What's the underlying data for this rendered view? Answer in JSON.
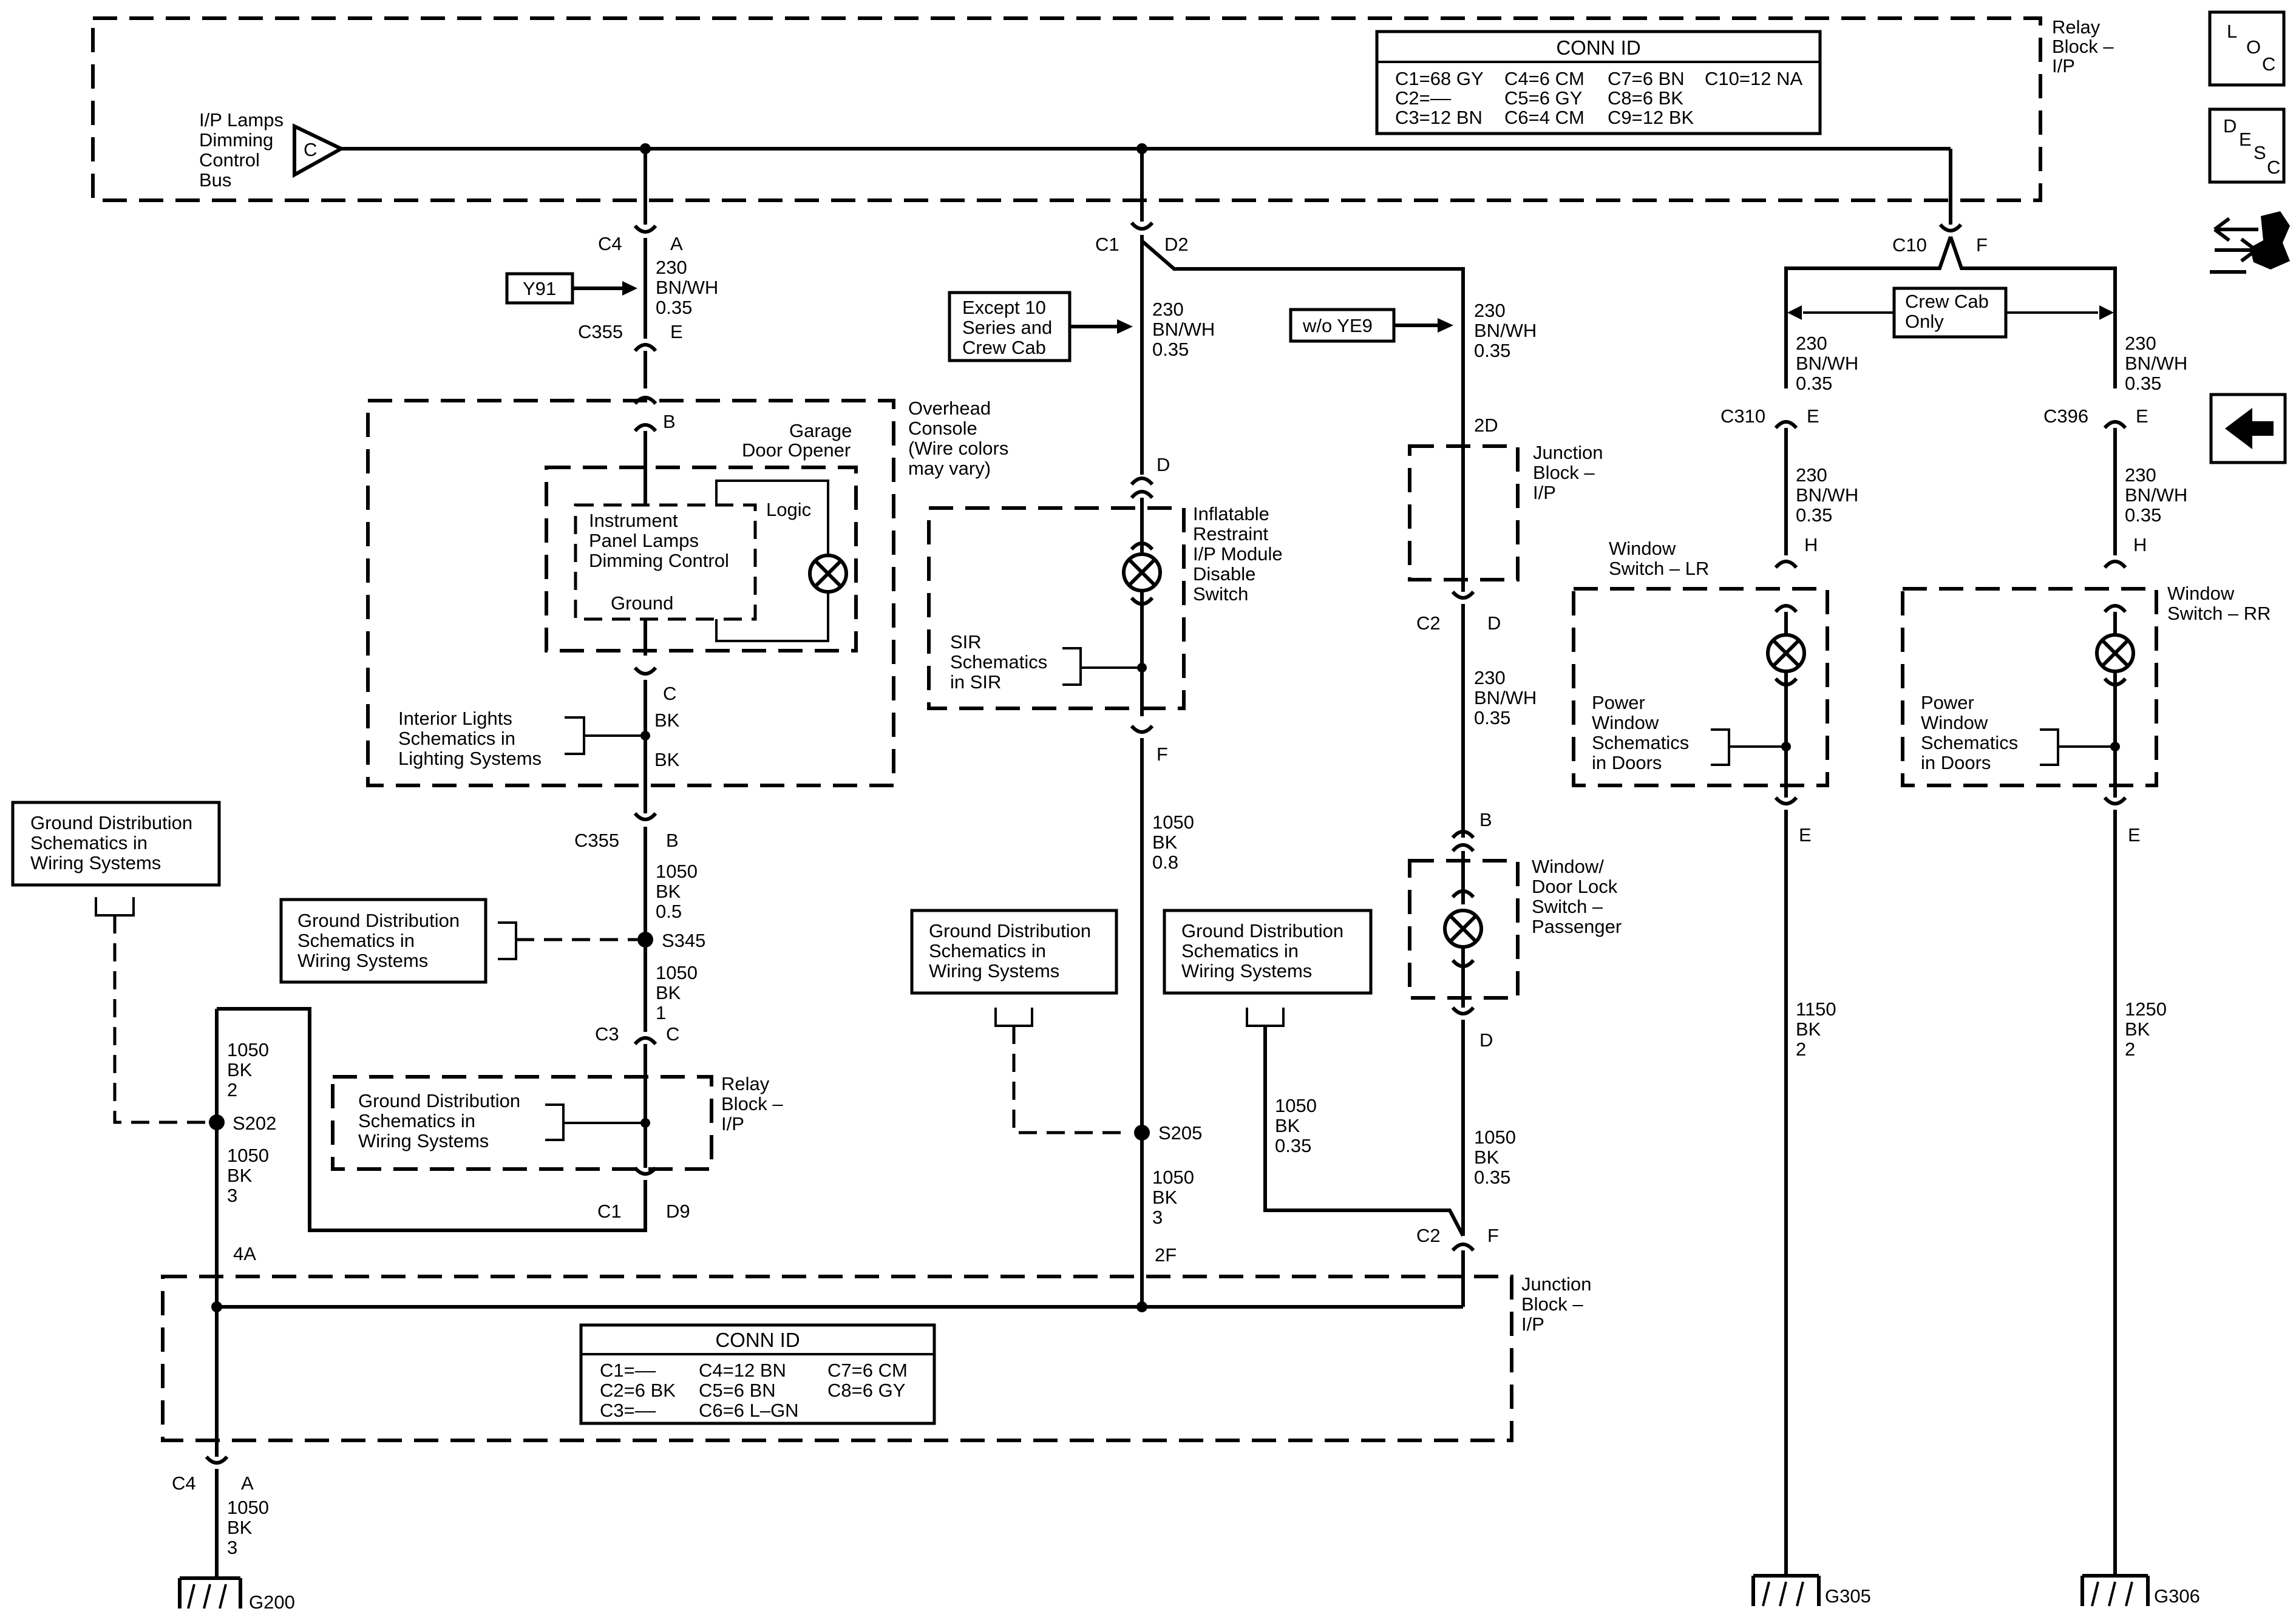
{
  "relay_block_top": {
    "line1": "Relay",
    "line2": "Block –",
    "line3": "I/P"
  },
  "relay_conn_id": {
    "title": "CONN ID",
    "rows": [
      [
        "C1=68 GY",
        "C4=6 CM",
        "C7=6 BN",
        "C10=12 NA"
      ],
      [
        "C2=––",
        "C5=6 GY",
        "C8=6 BK",
        ""
      ],
      [
        "C3=12 BN",
        "C6=4 CM",
        "C9=12 BK",
        ""
      ]
    ]
  },
  "dimming_bus": {
    "line1": "I/P Lamps",
    "line2": "Dimming",
    "line3": "Control",
    "line4": "Bus",
    "symbol": "C"
  },
  "nav_icons": {
    "loc": [
      "L",
      "O",
      "C"
    ],
    "desc": [
      "D",
      "E",
      "S",
      "C"
    ]
  },
  "col1": {
    "c4_conn": "C4",
    "c4_pin": "A",
    "y91": "Y91",
    "wire1": [
      "230",
      "BN/WH",
      "0.35"
    ],
    "c355_top": "C355",
    "c355_top_pin": "E",
    "oc_pin_b": "B",
    "overhead": {
      "line1": "Overhead",
      "line2": "Console",
      "line3": "(Wire colors",
      "line4": "may vary)"
    },
    "garage": {
      "line1": "Garage",
      "line2": "Door Opener"
    },
    "logic": "Logic",
    "ipl": {
      "line1": "Instrument",
      "line2": "Panel Lamps",
      "line3": "Dimming Control"
    },
    "ground": "Ground",
    "oc_pin_c": "C",
    "bk1": "BK",
    "bk2": "BK",
    "interior": {
      "line1": "Interior Lights",
      "line2": "Schematics in",
      "line3": "Lighting Systems"
    },
    "c355_bot": "C355",
    "c355_bot_pin": "B",
    "wire2": [
      "1050",
      "BK",
      "0.5"
    ],
    "s345": "S345",
    "wire3": [
      "1050",
      "BK",
      "1"
    ],
    "c3": "C3",
    "c3_pin": "C",
    "relay2": {
      "line1": "Relay",
      "line2": "Block –",
      "line3": "I/P"
    },
    "c1": "C1",
    "c1_pin": "D9"
  },
  "gds_345": {
    "line1": "Ground Distribution",
    "line2": "Schematics in",
    "line3": "Wiring Systems"
  },
  "gds_relay": {
    "line1": "Ground Distribution",
    "line2": "Schematics in",
    "line3": "Wiring Systems"
  },
  "gds_left": {
    "line1": "Ground Distribution",
    "line2": "Schematics in",
    "line3": "Wiring Systems"
  },
  "s202": {
    "wire_top": [
      "1050",
      "BK",
      "2"
    ],
    "label": "S202",
    "wire_bot": [
      "1050",
      "BK",
      "3"
    ],
    "pin_4a": "4A"
  },
  "bottom_left": {
    "c4": "C4",
    "pin": "A",
    "wire": [
      "1050",
      "BK",
      "3"
    ],
    "ground": "G200"
  },
  "col2": {
    "c1": "C1",
    "c1_pin": "D2",
    "except": {
      "line1": "Except 10",
      "line2": "Series and",
      "line3": "Crew Cab"
    },
    "wire1": [
      "230",
      "BN/WH",
      "0.35"
    ],
    "pin_d": "D",
    "inflatable": {
      "line1": "Inflatable",
      "line2": "Restraint",
      "line3": "I/P Module",
      "line4": "Disable",
      "line5": "Switch"
    },
    "sir": {
      "line1": "SIR",
      "line2": "Schematics",
      "line3": "in SIR"
    },
    "pin_f": "F",
    "wire2": [
      "1050",
      "BK",
      "0.8"
    ],
    "s205": "S205",
    "wire3": [
      "1050",
      "BK",
      "3"
    ],
    "pin_2f": "2F"
  },
  "gds_205": {
    "line1": "Ground Distribution",
    "line2": "Schematics in",
    "line3": "Wiring Systems"
  },
  "gds_c2": {
    "line1": "Ground Distribution",
    "line2": "Schematics in",
    "line3": "Wiring Systems"
  },
  "col3": {
    "wo_ye9": "w/o YE9",
    "wire1": [
      "230",
      "BN/WH",
      "0.35"
    ],
    "pin_2d": "2D",
    "jb": {
      "line1": "Junction",
      "line2": "Block –",
      "line3": "I/P"
    },
    "c2": "C2",
    "c2_pin": "D",
    "wire2": [
      "230",
      "BN/WH",
      "0.35"
    ],
    "pin_b": "B",
    "wdl": {
      "line1": "Window/",
      "line2": "Door Lock",
      "line3": "Switch –",
      "line4": "Passenger"
    },
    "pin_d": "D",
    "wire3": [
      "1050",
      "BK",
      "0.35"
    ],
    "wire4": [
      "1050",
      "BK",
      "0.35"
    ],
    "c2b": "C2",
    "c2b_pin": "F"
  },
  "jb_bottom": {
    "line1": "Junction",
    "line2": "Block –",
    "line3": "I/P"
  },
  "jb_conn_id": {
    "title": "CONN ID",
    "rows": [
      [
        "C1=––",
        "C4=12 BN",
        "C7=6 CM"
      ],
      [
        "C2=6 BK",
        "C5=6 BN",
        "C8=6 GY"
      ],
      [
        "C3=––",
        "C6=6 L–GN",
        ""
      ]
    ]
  },
  "right": {
    "c10": "C10",
    "c10_pin": "F",
    "crew_cab": {
      "line1": "Crew Cab",
      "line2": "Only"
    },
    "lr": {
      "wire1": [
        "230",
        "BN/WH",
        "0.35"
      ],
      "conn": "C310",
      "pin_e": "E",
      "wire2": [
        "230",
        "BN/WH",
        "0.35"
      ],
      "pin_h": "H",
      "switch": {
        "line1": "Window",
        "line2": "Switch – LR"
      },
      "pw": {
        "line1": "Power",
        "line2": "Window",
        "line3": "Schematics",
        "line4": "in Doors"
      },
      "pin_e2": "E",
      "wire3": [
        "1150",
        "BK",
        "2"
      ],
      "ground": "G305"
    },
    "rr": {
      "wire1": [
        "230",
        "BN/WH",
        "0.35"
      ],
      "conn": "C396",
      "pin_e": "E",
      "wire2": [
        "230",
        "BN/WH",
        "0.35"
      ],
      "pin_h": "H",
      "switch": {
        "line1": "Window",
        "line2": "Switch – RR"
      },
      "pw": {
        "line1": "Power",
        "line2": "Window",
        "line3": "Schematics",
        "line4": "in Doors"
      },
      "pin_e2": "E",
      "wire3": [
        "1250",
        "BK",
        "2"
      ],
      "ground": "G306"
    }
  }
}
